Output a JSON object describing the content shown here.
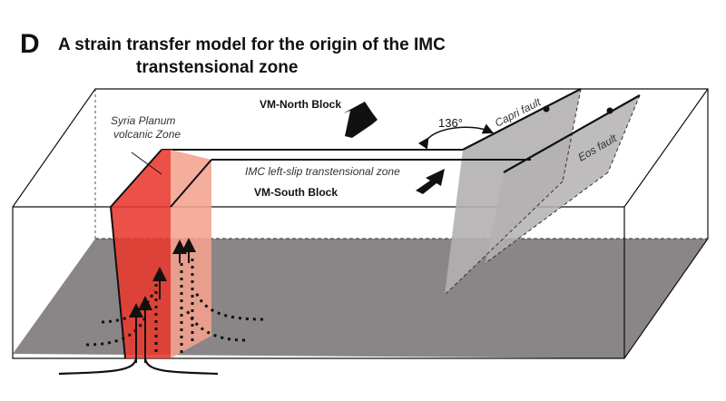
{
  "panel_letter": "D",
  "title": {
    "line1": "A strain transfer model for the origin of the IMC",
    "line2": "transtensional zone"
  },
  "labels": {
    "north_block": "VM-North Block",
    "south_block": "VM-South Block",
    "syria_line1": "Syria Planum",
    "syria_line2": "volcanic Zone",
    "imc_zone": "IMC left-slip transtensional zone",
    "capri_fault": "Capri fault",
    "eos_fault": "Eos fault",
    "angle": "136°"
  },
  "colors": {
    "volcanic_red": "#e8392f",
    "volcanic_light": "#f4a28e",
    "lower_block": "#8a8586",
    "fault_plane": "#b3b0b1",
    "outline": "#111111"
  }
}
